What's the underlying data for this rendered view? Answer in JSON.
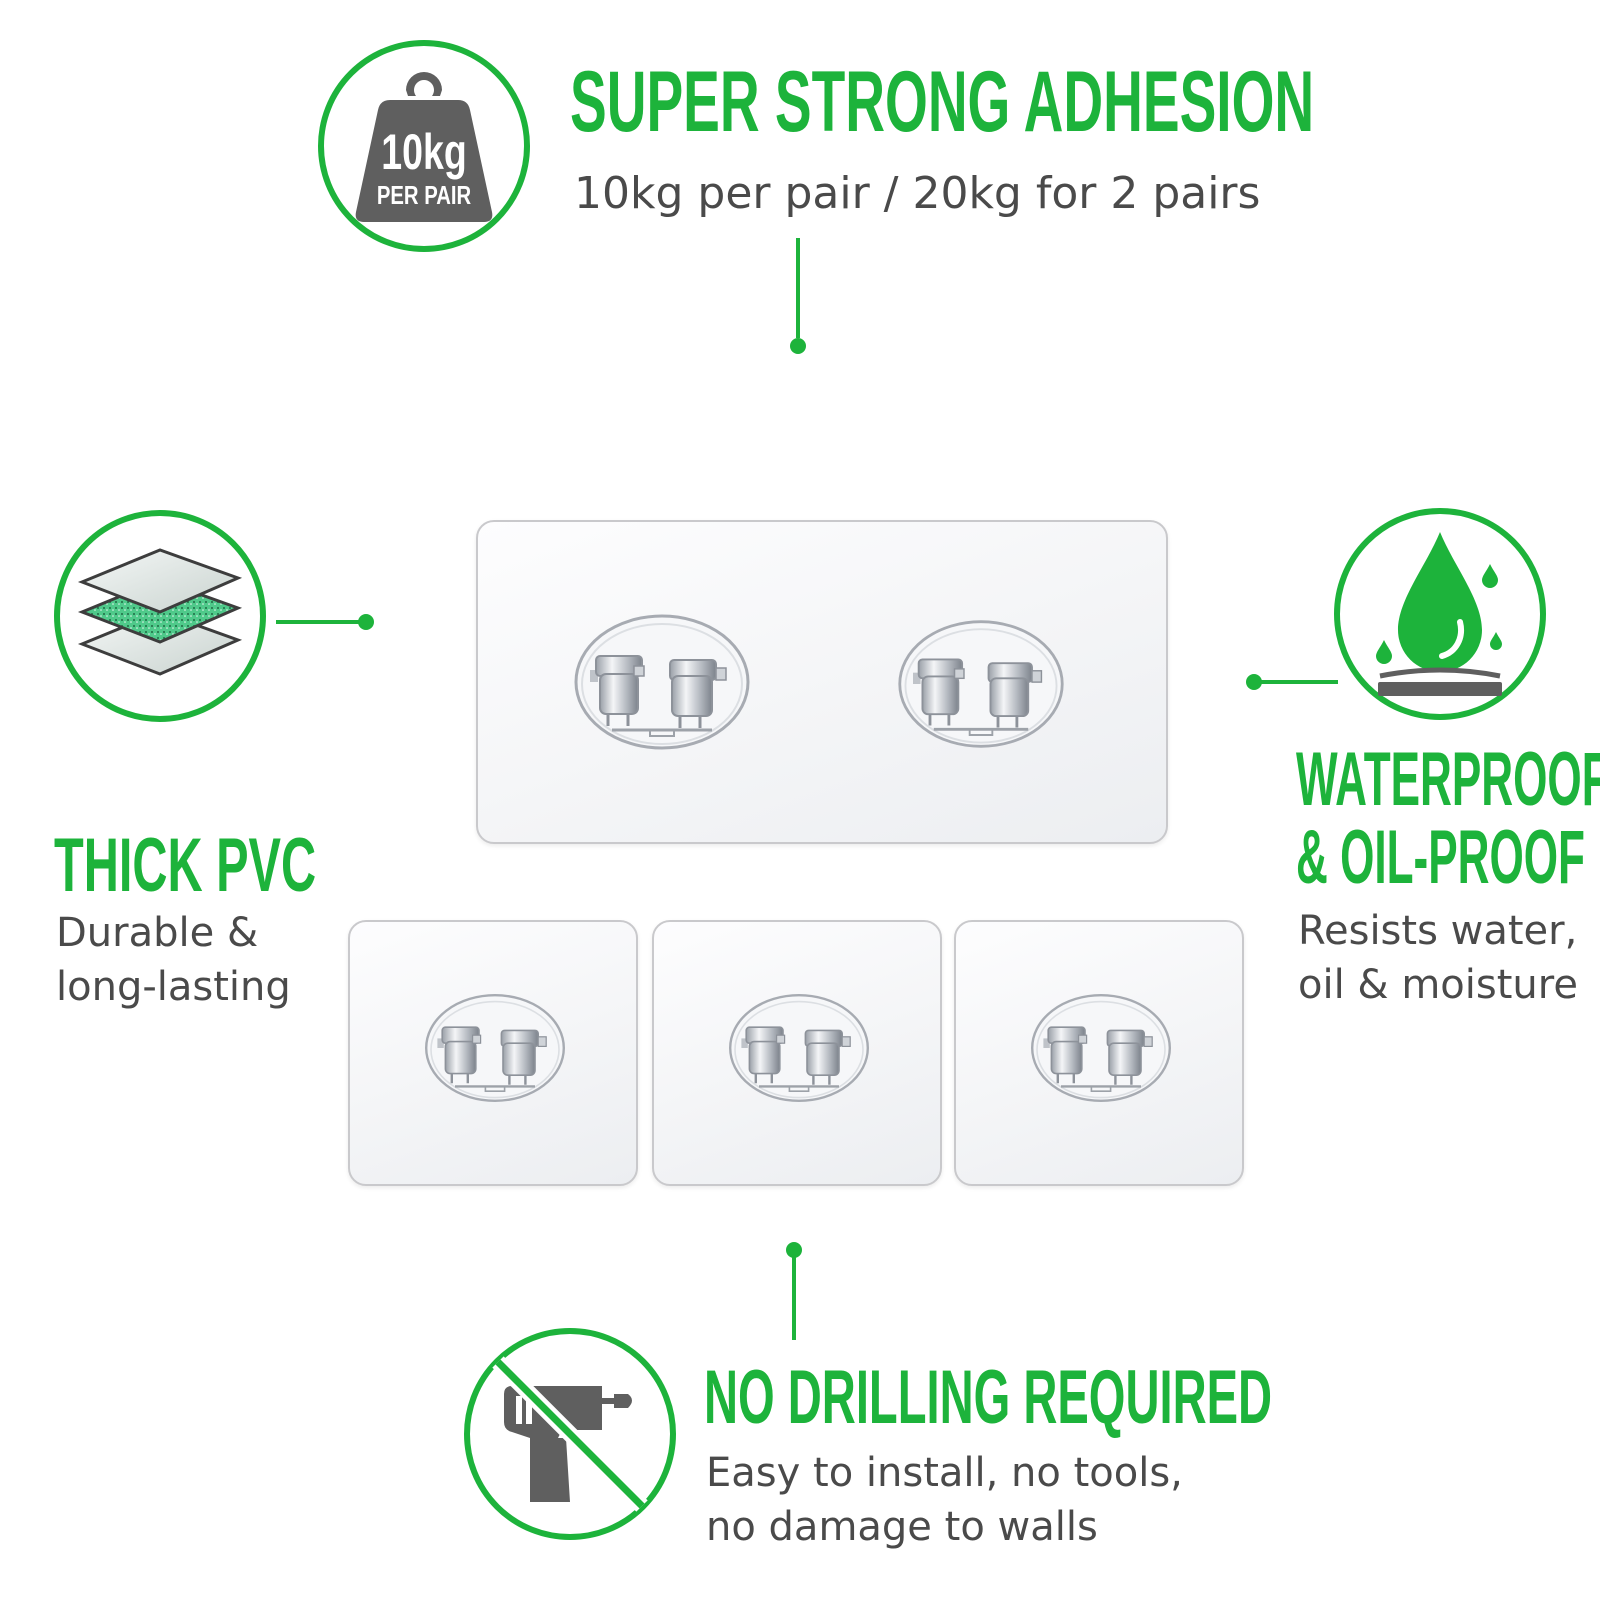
{
  "colors": {
    "accent": "#1db33b",
    "text": "#4a4a4a",
    "icon": "#5f5f5f"
  },
  "adhesion": {
    "title": "SUPER STRONG ADHESION",
    "subtitle": "10kg per pair / 20kg for 2 pairs",
    "icon": "weight-icon",
    "weight_value": "10kg",
    "weight_unit": "PER PAIR"
  },
  "pvc": {
    "title": "THICK PVC",
    "line1": "Durable &",
    "line2": "long-lasting",
    "icon": "layers-icon"
  },
  "waterproof": {
    "title_line1": "WATERPROOF",
    "title_line2": "& OIL-PROOF",
    "line1": "Resists water,",
    "line2": "oil & moisture",
    "icon": "water-drop-icon"
  },
  "drilling": {
    "title": "NO DRILLING REQUIRED",
    "line1": "Easy to install, no tools,",
    "line2": "no damage to walls",
    "icon": "no-drill-icon"
  }
}
